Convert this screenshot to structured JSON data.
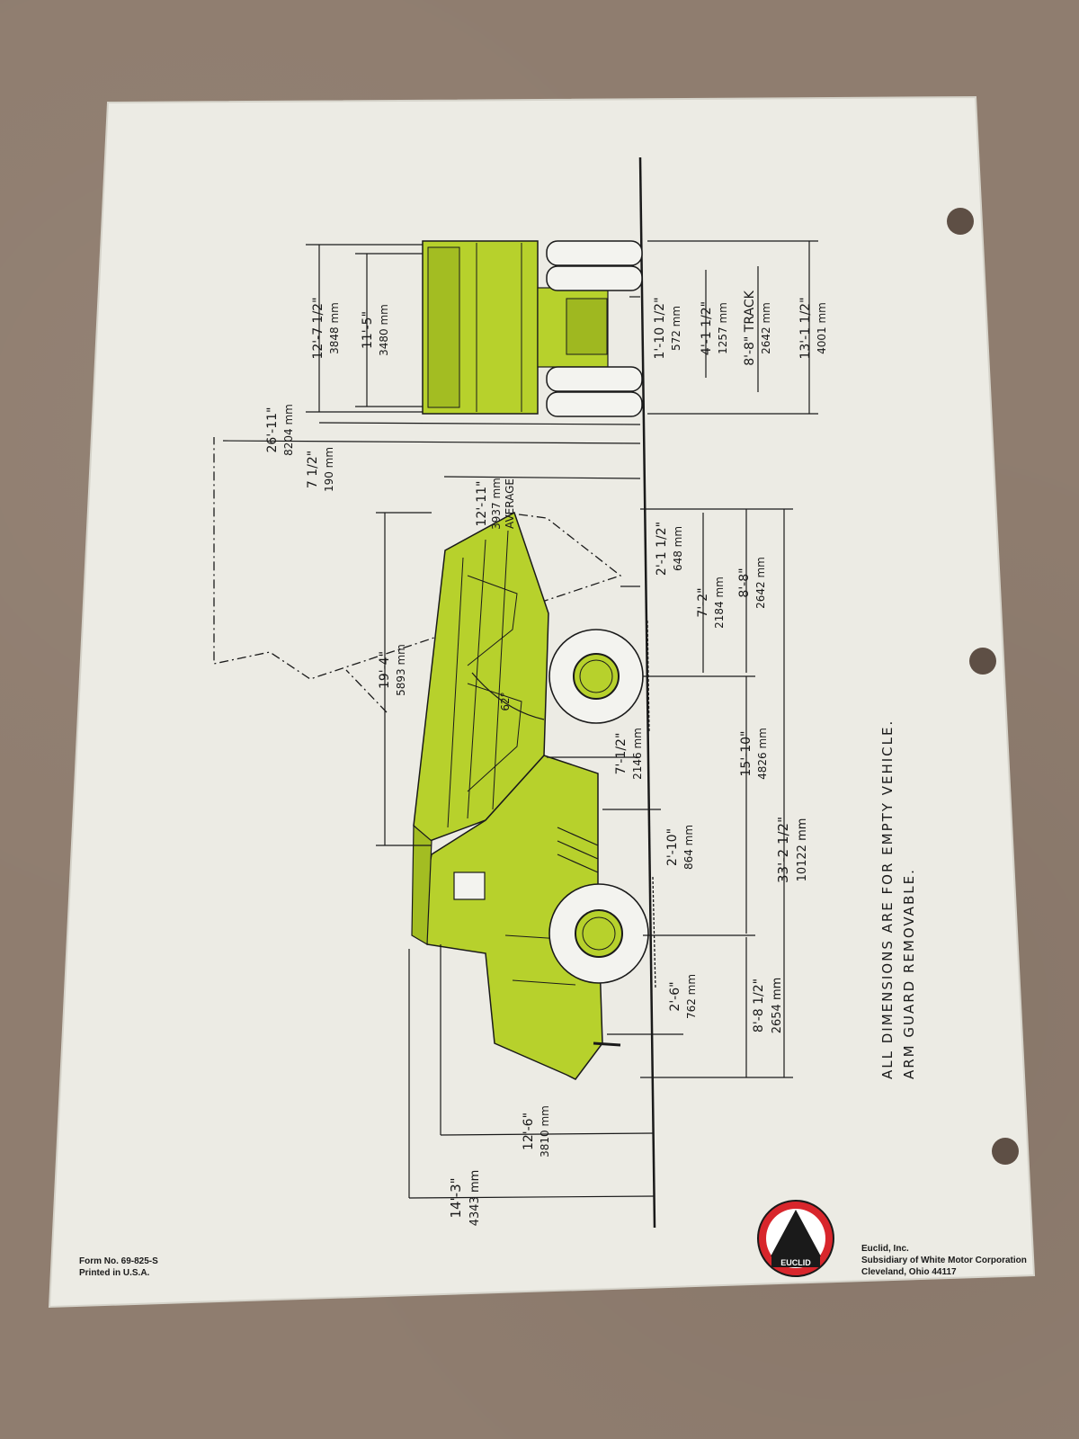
{
  "colors": {
    "paper": "#ecebe4",
    "truck": "#b7d12c",
    "ink": "#1a1a1a",
    "logo_red": "#d8262c"
  },
  "rear_view": {
    "overall_height": "12'-7 1/2\"",
    "overall_height_mm": "3848 mm",
    "body_height": "11'-5\"",
    "body_height_mm": "3480 mm",
    "ground_clearance": "1'-10 1/2\"",
    "ground_clearance_mm": "572 mm",
    "axle": "4'-1 1/2\"",
    "axle_mm": "1257 mm",
    "track": "8'-8\" TRACK",
    "track_mm": "2642 mm",
    "overall_width": "13'-1 1/2\"",
    "overall_width_mm": "4001 mm",
    "offset": "7 1/2\"",
    "offset_mm": "190 mm",
    "dump_height": "26'-11\"",
    "dump_height_mm": "8204 mm"
  },
  "side_view": {
    "loading_height": "12'-11\"",
    "loading_height_mm": "3937 mm",
    "loading_height_note": "AVERAGE",
    "body_length": "19'-4\"",
    "body_length_mm": "5893 mm",
    "dump_angle": "62°",
    "rear_overhang_clearance": "2'-1 1/2\"",
    "rear_overhang_clearance_mm": "648 mm",
    "rear_axle_to_end": "7'-2\"",
    "rear_axle_to_end_mm": "2184 mm",
    "rear_overhang": "8'-8\"",
    "rear_overhang_mm": "2642 mm",
    "body_clearance": "7'-1/2\"",
    "body_clearance_mm": "2146 mm",
    "wheelbase": "15'-10\"",
    "wheelbase_mm": "4826 mm",
    "frame_clearance": "2'-10\"",
    "frame_clearance_mm": "864 mm",
    "overall_length": "33'-2 1/2\"",
    "overall_length_mm": "10122 mm",
    "bumper_clearance": "2'-6\"",
    "bumper_clearance_mm": "762 mm",
    "front_overhang": "8'-8 1/2\"",
    "front_overhang_mm": "2654 mm",
    "cab_height": "12'-6\"",
    "cab_height_mm": "3810 mm",
    "canopy_height": "14'-3\"",
    "canopy_height_mm": "4343 mm"
  },
  "notes": {
    "line1": "ALL DIMENSIONS ARE FOR EMPTY VEHICLE.",
    "line2": "ARM GUARD REMOVABLE."
  },
  "footer": {
    "form_no": "Form No. 69-825-S",
    "printed": "Printed in U.S.A.",
    "company": "Euclid, Inc.",
    "subsidiary": "Subsidiary of White Motor Corporation",
    "city": "Cleveland, Ohio 44117",
    "logo_text": "EUCLID"
  }
}
